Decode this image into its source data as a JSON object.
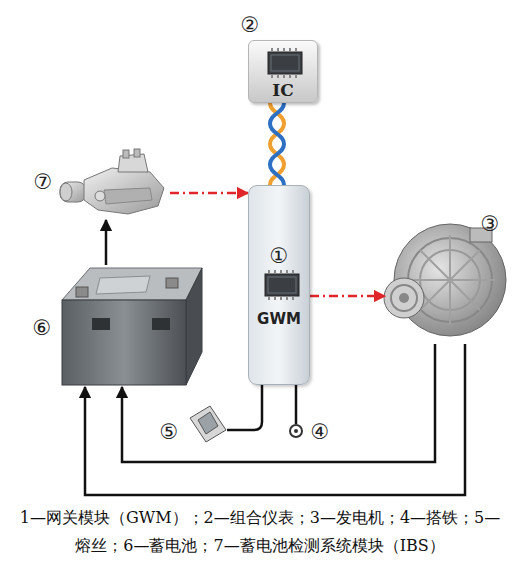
{
  "diagram": {
    "caption": "1—网关模块（GWM）；2—组合仪表；3—发电机；4—搭铁；5—熔丝；6—蓄电池；7—蓄电池检测系统模块（IBS）",
    "nodes": [
      {
        "text": [
          "②",
          "IC"
        ]
      },
      {
        "text": [
          "⑦"
        ]
      },
      {
        "text": [
          "①",
          "GWM"
        ]
      },
      {
        "text": [
          "③"
        ]
      },
      {
        "text": [
          "⑥"
        ]
      },
      {
        "text": [
          "⑤"
        ]
      },
      {
        "text": [
          "④"
        ]
      }
    ],
    "edges": [
      {
        "from": 0,
        "to": 2,
        "arrow": "none"
      },
      {
        "from": 1,
        "to": 2,
        "arrow": "to"
      },
      {
        "from": 2,
        "to": 3,
        "arrow": "to"
      },
      {
        "from": 4,
        "to": 1,
        "arrow": "to"
      },
      {
        "from": 2,
        "to": 5,
        "arrow": "none"
      },
      {
        "from": 2,
        "to": 6,
        "arrow": "none"
      },
      {
        "from": 3,
        "to": 4,
        "arrow": "to"
      },
      {
        "from": 3,
        "to": 4,
        "arrow": "to"
      }
    ]
  }
}
